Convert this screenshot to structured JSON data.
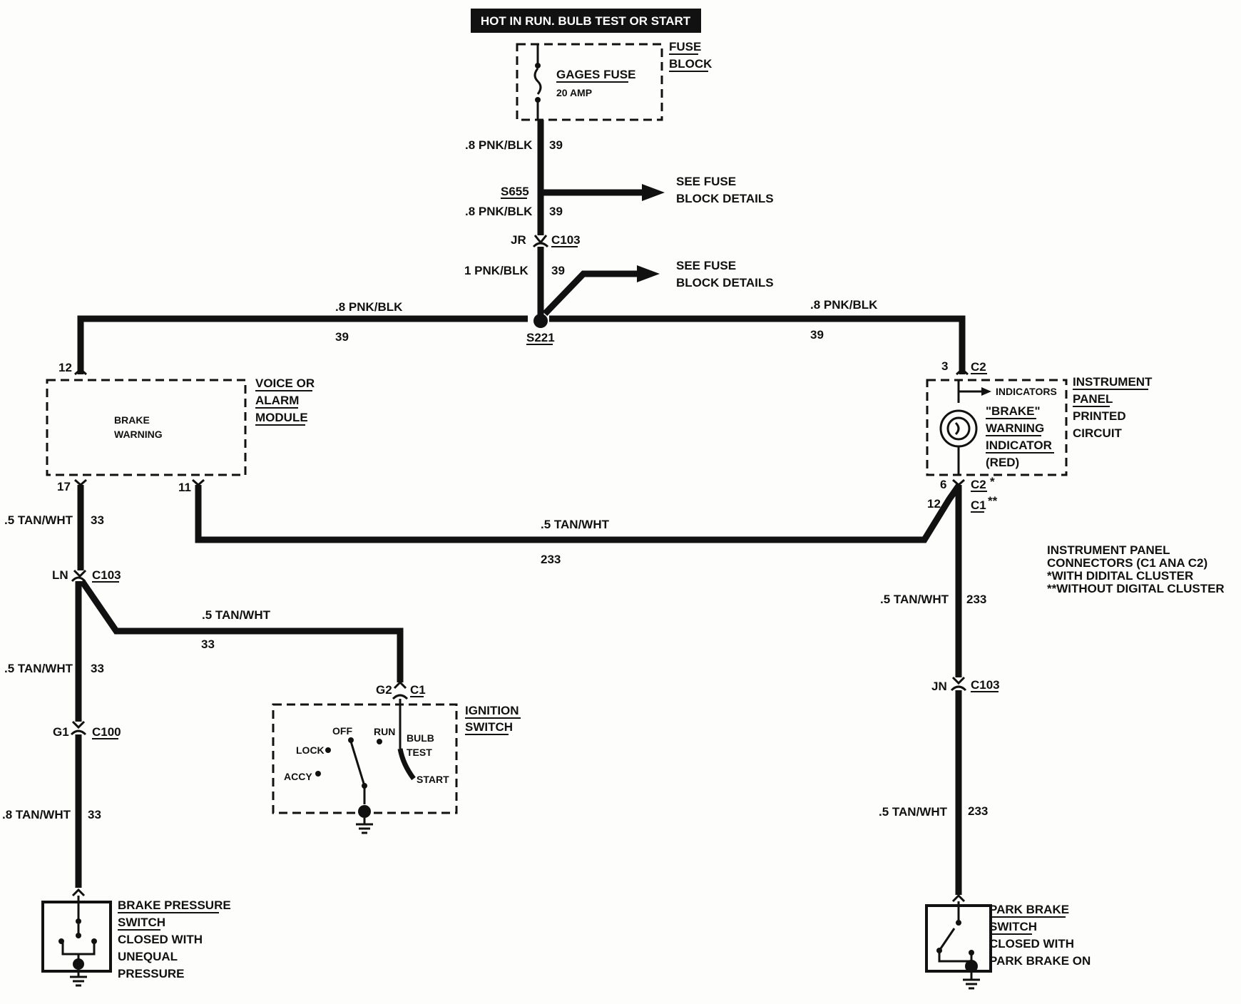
{
  "header": {
    "hot_label": "HOT IN RUN. BULB TEST OR START"
  },
  "fuse_block": {
    "title_line1": "FUSE",
    "title_line2": "BLOCK",
    "fuse_name": "GAGES FUSE",
    "fuse_rating": "20 AMP"
  },
  "wires": {
    "w_top_gauge": ".8 PNK/BLK",
    "w_top_circuit": "39",
    "splice_s655": "S655",
    "w_s655_gauge": ".8 PNK/BLK",
    "w_s655_circuit": "39",
    "jr": "JR",
    "c103_top": "C103",
    "w_1pnk_gauge": "1 PNK/BLK",
    "w_1pnk_circuit": "39",
    "see_fuse_1_line1": "SEE FUSE",
    "see_fuse_1_line2": "BLOCK DETAILS",
    "see_fuse_2_line1": "SEE FUSE",
    "see_fuse_2_line2": "BLOCK DETAILS",
    "w_left_gauge": ".8 PNK/BLK",
    "w_left_circuit": "39",
    "w_right_gauge": ".8 PNK/BLK",
    "w_right_circuit": "39",
    "splice_s221": "S221",
    "w_tan_long_gauge": ".5 TAN/WHT",
    "w_tan_long_circuit": "233",
    "w_tan_left1_gauge": ".5 TAN/WHT",
    "w_tan_left1_circuit": "33",
    "w_tan_mid_gauge": ".5 TAN/WHT",
    "w_tan_mid_circuit": "33",
    "w_tan_left2_gauge": ".5 TAN/WHT",
    "w_tan_left2_circuit": "33",
    "w_tan_left3_gauge": ".8 TAN/WHT",
    "w_tan_left3_circuit": "33",
    "w_tan_right1_gauge": ".5 TAN/WHT",
    "w_tan_right1_circuit": "233",
    "w_tan_right2_gauge": ".5 TAN/WHT",
    "w_tan_right2_circuit": "233"
  },
  "alarm_module": {
    "title_line1": "VOICE OR",
    "title_line2": "ALARM",
    "title_line3": "MODULE",
    "inner_line1": "BRAKE",
    "inner_line2": "WARNING",
    "pin_12": "12",
    "pin_17": "17",
    "pin_11": "11"
  },
  "instrument_panel": {
    "title_line1": "INSTRUMENT",
    "title_line2": "PANEL",
    "title_line3": "PRINTED",
    "title_line4": "CIRCUIT",
    "pin_3": "3",
    "conn_c2": "C2",
    "indicators": "INDICATORS",
    "indicator_line1": "\"BRAKE\"",
    "indicator_line2": "WARNING",
    "indicator_line3": "INDICATOR",
    "indicator_color": "(RED)",
    "pin_6": "6",
    "conn_c2_star": "C2",
    "star1": "*",
    "pin_12": "12",
    "conn_c1": "C1",
    "star2": "**"
  },
  "connector_note": {
    "line1": "INSTRUMENT PANEL",
    "line2": "CONNECTORS (C1 ANA C2)",
    "line3": "*WITH DIDITAL CLUSTER",
    "line4": "**WITHOUT DIGITAL CLUSTER"
  },
  "connectors": {
    "ln": "LN",
    "c103_left": "C103",
    "g1": "G1",
    "c100": "C100",
    "g2": "G2",
    "c1_ign": "C1",
    "jn": "JN",
    "c103_right": "C103"
  },
  "ignition_switch": {
    "title_line1": "IGNITION",
    "title_line2": "SWITCH",
    "off": "OFF",
    "run": "RUN",
    "bulb": "BULB",
    "test": "TEST",
    "lock": "LOCK",
    "accy": "ACCY",
    "start": "START"
  },
  "brake_pressure_switch": {
    "line1": "BRAKE PRESSURE",
    "line2": "SWITCH",
    "line3": "CLOSED WITH",
    "line4": "UNEQUAL",
    "line5": "PRESSURE"
  },
  "park_brake_switch": {
    "line1": "PARK BRAKE",
    "line2": "SWITCH",
    "line3": "CLOSED WITH",
    "line4": "PARK BRAKE ON"
  }
}
